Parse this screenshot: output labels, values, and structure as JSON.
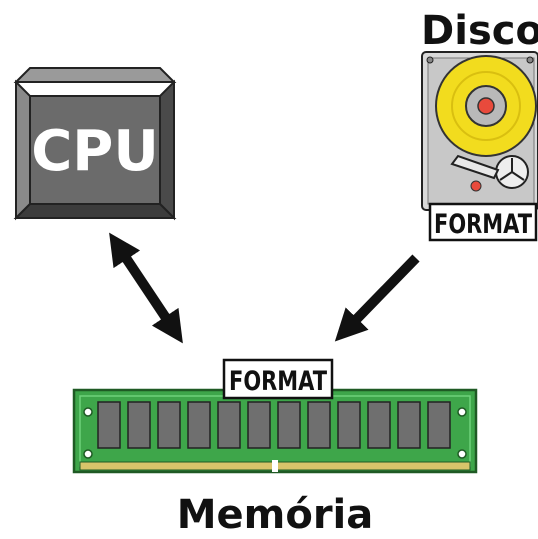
{
  "cpu": {
    "label": "CPU"
  },
  "disk": {
    "title": "Disco",
    "tag": "FORMAT"
  },
  "memory": {
    "title": "Memória",
    "tag": "FORMAT"
  },
  "colors": {
    "cpu_face": "#6b6b6b",
    "cpu_edge": "#3a3a3a",
    "disk_platter": "#f2dc1e",
    "ram_board": "#3ea64a",
    "ram_chip": "#6f6f6f",
    "arrow": "#111111"
  }
}
